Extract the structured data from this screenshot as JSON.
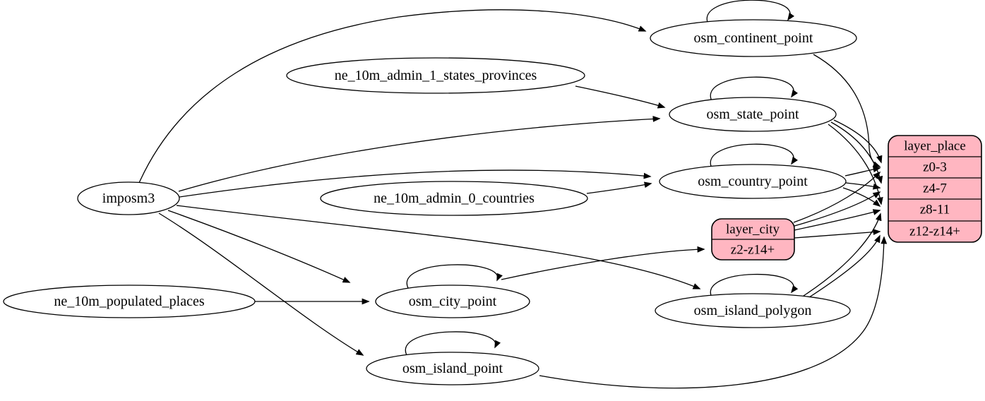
{
  "diagram": {
    "type": "etl-graph",
    "colors": {
      "background": "#ffffff",
      "edge_stroke": "#000000",
      "node_fill": "#ffffff",
      "table_fill": "#ffb6c1"
    },
    "nodes": {
      "imposm3": {
        "label": "imposm3",
        "shape": "ellipse"
      },
      "ne_10m_admin_1_states_provinces": {
        "label": "ne_10m_admin_1_states_provinces",
        "shape": "ellipse"
      },
      "ne_10m_admin_0_countries": {
        "label": "ne_10m_admin_0_countries",
        "shape": "ellipse"
      },
      "ne_10m_populated_places": {
        "label": "ne_10m_populated_places",
        "shape": "ellipse"
      },
      "osm_continent_point": {
        "label": "osm_continent_point",
        "shape": "ellipse"
      },
      "osm_state_point": {
        "label": "osm_state_point",
        "shape": "ellipse"
      },
      "osm_country_point": {
        "label": "osm_country_point",
        "shape": "ellipse"
      },
      "osm_city_point": {
        "label": "osm_city_point",
        "shape": "ellipse"
      },
      "osm_island_polygon": {
        "label": "osm_island_polygon",
        "shape": "ellipse"
      },
      "osm_island_point": {
        "label": "osm_island_point",
        "shape": "ellipse"
      }
    },
    "tables": {
      "layer_city": {
        "title": "layer_city",
        "rows": [
          "z2-z14+"
        ]
      },
      "layer_place": {
        "title": "layer_place",
        "rows": [
          "z0-3",
          "z4-7",
          "z8-11",
          "z12-z14+"
        ]
      }
    },
    "edges": [
      {
        "from": "imposm3",
        "to": "osm_continent_point"
      },
      {
        "from": "imposm3",
        "to": "osm_state_point"
      },
      {
        "from": "imposm3",
        "to": "osm_country_point"
      },
      {
        "from": "imposm3",
        "to": "osm_city_point"
      },
      {
        "from": "imposm3",
        "to": "osm_island_polygon"
      },
      {
        "from": "imposm3",
        "to": "osm_island_point"
      },
      {
        "from": "ne_10m_admin_1_states_provinces",
        "to": "osm_state_point"
      },
      {
        "from": "ne_10m_admin_0_countries",
        "to": "osm_country_point"
      },
      {
        "from": "ne_10m_populated_places",
        "to": "osm_city_point"
      },
      {
        "from": "osm_continent_point",
        "to": "osm_continent_point"
      },
      {
        "from": "osm_state_point",
        "to": "osm_state_point"
      },
      {
        "from": "osm_country_point",
        "to": "osm_country_point"
      },
      {
        "from": "osm_city_point",
        "to": "osm_city_point"
      },
      {
        "from": "osm_island_polygon",
        "to": "osm_island_polygon"
      },
      {
        "from": "osm_island_point",
        "to": "osm_island_point"
      },
      {
        "from": "osm_city_point",
        "to": "layer_city:z2-z14+"
      },
      {
        "from": "osm_continent_point",
        "to": "layer_place:z0-3"
      },
      {
        "from": "osm_country_point",
        "to": "layer_place:z0-3"
      },
      {
        "from": "osm_country_point",
        "to": "layer_place:z4-7"
      },
      {
        "from": "osm_country_point",
        "to": "layer_place:z8-11"
      },
      {
        "from": "osm_state_point",
        "to": "layer_place:z0-3"
      },
      {
        "from": "osm_state_point",
        "to": "layer_place:z4-7"
      },
      {
        "from": "osm_state_point",
        "to": "layer_place:z8-11"
      },
      {
        "from": "layer_city",
        "to": "layer_place:z0-3"
      },
      {
        "from": "layer_city",
        "to": "layer_place:z4-7"
      },
      {
        "from": "layer_city",
        "to": "layer_place:z8-11"
      },
      {
        "from": "layer_city",
        "to": "layer_place:z12-z14+"
      },
      {
        "from": "osm_island_polygon",
        "to": "layer_place:z8-11"
      },
      {
        "from": "osm_island_polygon",
        "to": "layer_place:z12-z14+"
      },
      {
        "from": "osm_island_point",
        "to": "layer_place:z12-z14+"
      }
    ]
  }
}
